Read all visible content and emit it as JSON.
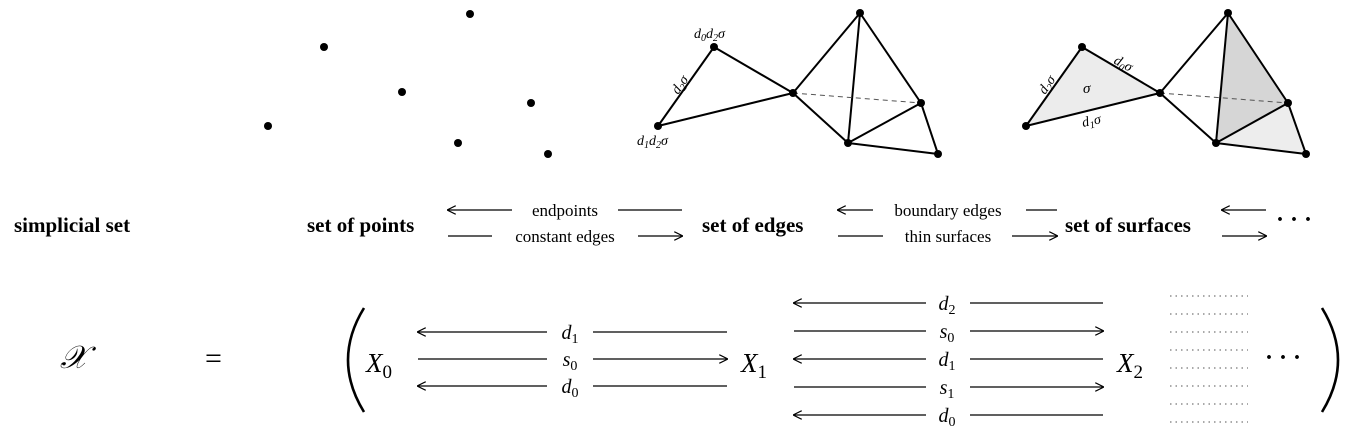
{
  "row1": {
    "left_label": "simplicial set",
    "points": "set of points",
    "edges": "set of edges",
    "surfaces": "set of surfaces",
    "arrow_endpoints": "endpoints",
    "arrow_constant": "constant edges",
    "arrow_boundary": "boundary edges",
    "arrow_thin": "thin surfaces",
    "ellipsis": "· · ·"
  },
  "row2": {
    "script_x": "𝒳",
    "equals": "=",
    "X0_base": "X",
    "X0_sub": "0",
    "X1_base": "X",
    "X1_sub": "1",
    "X2_base": "X",
    "X2_sub": "2",
    "ellipsis": "· · ·",
    "left_maps": [
      {
        "base": "d",
        "sub": "1"
      },
      {
        "base": "s",
        "sub": "0"
      },
      {
        "base": "d",
        "sub": "0"
      }
    ],
    "right_maps": [
      {
        "base": "d",
        "sub": "2"
      },
      {
        "base": "s",
        "sub": "0"
      },
      {
        "base": "d",
        "sub": "1"
      },
      {
        "base": "s",
        "sub": "1"
      },
      {
        "base": "d",
        "sub": "0"
      }
    ]
  },
  "diagram": {
    "edge_label_d0d2": {
      "b1": "d",
      "s1": "0",
      "b2": "d",
      "s2": "2",
      "g": "σ"
    },
    "edge_label_d2": {
      "b": "d",
      "s": "2",
      "g": "σ"
    },
    "edge_label_d1d2": {
      "b1": "d",
      "s1": "1",
      "b2": "d",
      "s2": "2",
      "g": "σ"
    },
    "surf_label_d2": {
      "b": "d",
      "s": "2",
      "g": "σ"
    },
    "surf_label_d0": {
      "b": "d",
      "s": "0",
      "g": "σ"
    },
    "surf_label_d1": {
      "b": "d",
      "s": "1",
      "g": "σ"
    },
    "surf_sigma": "σ"
  }
}
